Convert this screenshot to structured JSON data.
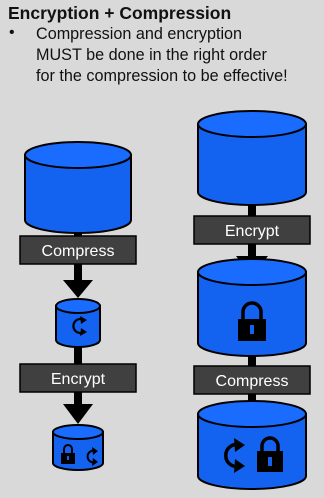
{
  "title": "Encryption + Compression",
  "bullet": {
    "marker": "•",
    "lines": [
      "Compression and encryption",
      "MUST be done in the right order",
      "for the compression to be effective!"
    ]
  },
  "left_column": {
    "step1_label": "Compress",
    "step2_label": "Encrypt",
    "icons": [
      "unknown-cycle-icon",
      "lock-icon"
    ]
  },
  "right_column": {
    "step1_label": "Encrypt",
    "step2_label": "Compress",
    "icons": [
      "lock-icon",
      "unknown-cycle-icon"
    ]
  },
  "colors": {
    "cylinder_fill": "#1463f0",
    "cylinder_top": "#1a6cff",
    "outline": "#000000",
    "label_box": "#404040",
    "label_text": "#ffffff",
    "background": "#d9d9d9"
  }
}
